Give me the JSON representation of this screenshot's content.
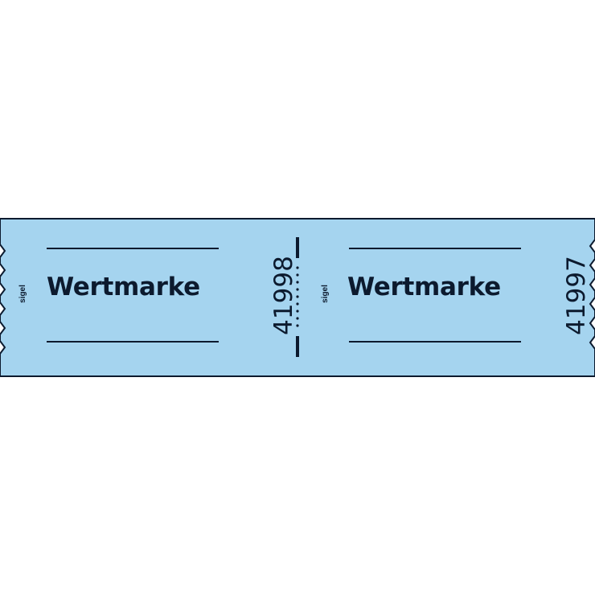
{
  "brand_color": "#a5d4ef",
  "ink_color": "#0c1a2e",
  "tickets": [
    {
      "brand": "sigel",
      "title": "Wertmarke",
      "serial": "41998"
    },
    {
      "brand": "sigel",
      "title": "Wertmarke",
      "serial": "41997"
    }
  ]
}
